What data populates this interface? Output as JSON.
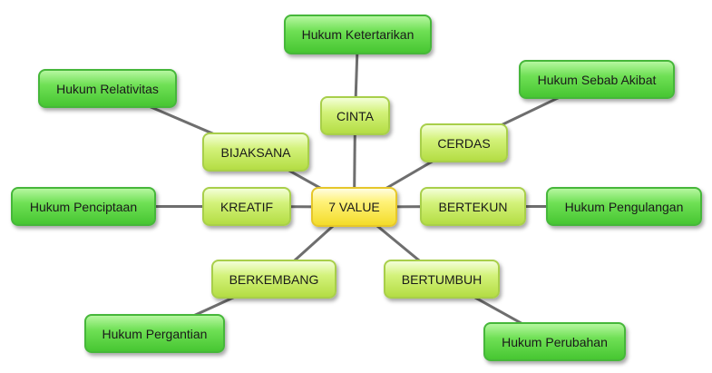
{
  "center": {
    "label": "7 VALUE"
  },
  "branches": [
    {
      "value": "CINTA",
      "law": "Hukum Ketertarikan"
    },
    {
      "value": "CERDAS",
      "law": "Hukum Sebab Akibat"
    },
    {
      "value": "BERTEKUN",
      "law": "Hukum Pengulangan"
    },
    {
      "value": "BERTUMBUH",
      "law": "Hukum Perubahan"
    },
    {
      "value": "BERKEMBANG",
      "law": "Hukum Pergantian"
    },
    {
      "value": "KREATIF",
      "law": "Hukum Penciptaan"
    },
    {
      "value": "BIJAKSANA",
      "law": "Hukum Relativitas"
    }
  ],
  "colors": {
    "connector": "#6e6e6e",
    "center_fill": "#fff27a",
    "value_fill": "#c9eb63",
    "law_fill": "#5fd748"
  }
}
